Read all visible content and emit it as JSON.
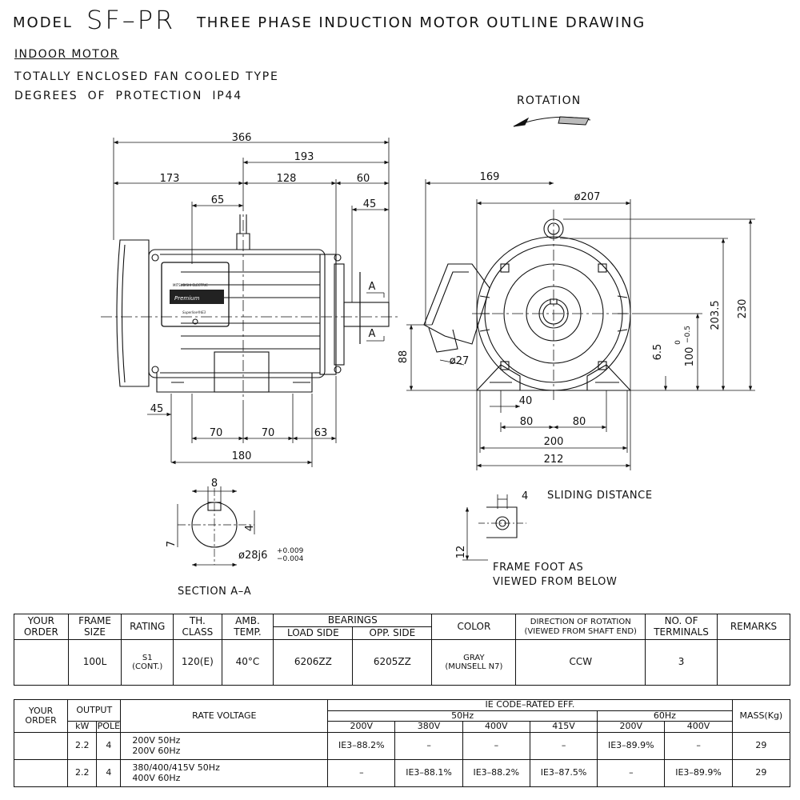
{
  "header": {
    "model_label": "MODEL",
    "model_name": "SF–PR",
    "title": "THREE PHASE INDUCTION MOTOR OUTLINE DRAWING",
    "indoor": "INDOOR MOTOR",
    "type": "TOTALLY ENCLOSED FAN COOLED TYPE",
    "protection": "DEGREES OF PROTECTION IP44"
  },
  "rotation_label": "ROTATION",
  "dimensions": {
    "d366": "366",
    "d193": "193",
    "d173": "173",
    "d128": "128",
    "d60": "60",
    "d65": "65",
    "d45_shaft": "45",
    "section_a": "A",
    "d45_foot": "45",
    "d70a": "70",
    "d70b": "70",
    "d63": "63",
    "d180": "180",
    "d169": "169",
    "d207": "ø207",
    "d203_5": "203.5",
    "d230": "230",
    "d88": "88",
    "d27": "ø27",
    "d6_5": "6.5",
    "d100": "100",
    "d100_tol_upper": "0",
    "d100_tol_lower": "−0.5",
    "d40": "40",
    "d80a": "80",
    "d80b": "80",
    "d200": "200",
    "d212": "212",
    "key_w": "8",
    "key_7": "7",
    "key_4": "4",
    "shaft_dia": "ø28j6",
    "shaft_tol_upper": "+0.009",
    "shaft_tol_lower": "−0.004",
    "slide_4": "4",
    "slide_12": "12"
  },
  "labels": {
    "section": "SECTION A–A",
    "sliding": "SLIDING DISTANCE",
    "frame_foot_1": "FRAME FOOT AS",
    "frame_foot_2": "VIEWED FROM BELOW"
  },
  "spec_table": {
    "headers": {
      "your_order": [
        "YOUR",
        "ORDER"
      ],
      "frame_size": [
        "FRAME",
        "SIZE"
      ],
      "rating": "RATING",
      "th_class": [
        "TH.",
        "CLASS"
      ],
      "amb_temp": [
        "AMB.",
        "TEMP."
      ],
      "bearings": "BEARINGS",
      "load_side": "LOAD SIDE",
      "opp_side": "OPP. SIDE",
      "color": "COLOR",
      "direction": [
        "DIRECTION OF ROTATION",
        "(VIEWED FROM SHAFT END)"
      ],
      "terminals": [
        "NO. OF",
        "TERMINALS"
      ],
      "remarks": "REMARKS"
    },
    "row": {
      "your_order": "",
      "frame_size": "100L",
      "rating": [
        "S1",
        "(CONT.)"
      ],
      "th_class": "120(E)",
      "amb_temp": "40°C",
      "load_side": "6206ZZ",
      "opp_side": "6205ZZ",
      "color": [
        "GRAY",
        "(MUNSELL N7)"
      ],
      "direction": "CCW",
      "terminals": "3",
      "remarks": ""
    }
  },
  "rate_table": {
    "headers": {
      "your_order": [
        "YOUR",
        "ORDER"
      ],
      "output": "OUTPUT",
      "kw": "kW",
      "pole": "POLE",
      "rate_voltage": "RATE VOLTAGE",
      "ie_code": "IE CODE–RATED EFF.",
      "hz50": "50Hz",
      "hz60": "60Hz",
      "v50": [
        "200V",
        "380V",
        "400V",
        "415V"
      ],
      "v60": [
        "200V",
        "400V"
      ],
      "mass": "MASS(Kg)"
    },
    "rows": [
      {
        "kw": "2.2",
        "pole": "4",
        "voltage": [
          "200V 50Hz",
          "200V 60Hz"
        ],
        "eff50": [
          "IE3–88.2%",
          "–",
          "–",
          "–"
        ],
        "eff60": [
          "IE3–89.9%",
          "–"
        ],
        "mass": "29"
      },
      {
        "kw": "2.2",
        "pole": "4",
        "voltage": [
          "380/400/415V 50Hz",
          "400V 60Hz"
        ],
        "eff50": [
          "–",
          "IE3–88.1%",
          "IE3–88.2%",
          "IE3–87.5%"
        ],
        "eff60": [
          "–",
          "IE3–89.9%"
        ],
        "mass": "29"
      }
    ]
  },
  "nameplate": {
    "brand": "MITSUBISHI ELECTRIC",
    "series": "Premium",
    "tagline": "Superline®IE3"
  }
}
